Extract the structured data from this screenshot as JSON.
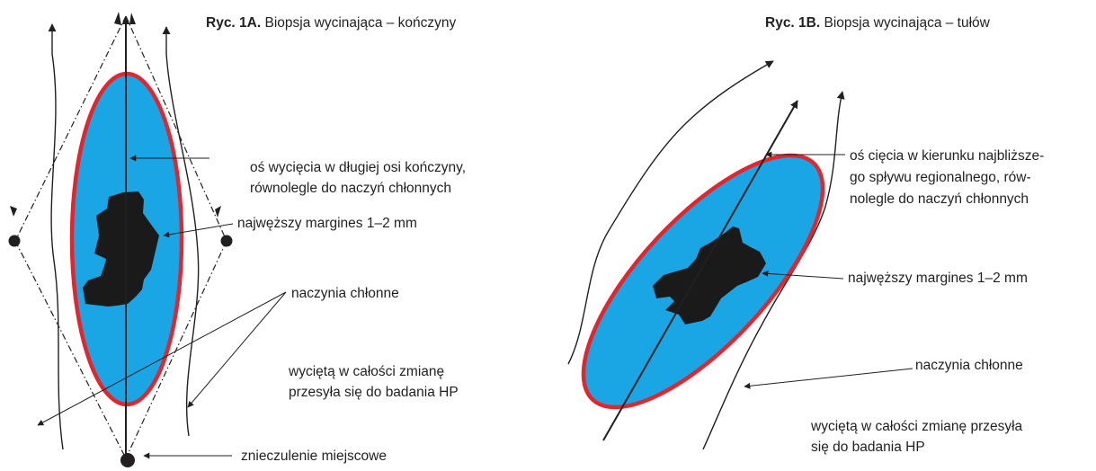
{
  "figure_1a": {
    "caption_label": "Ryc. 1A.",
    "caption_text": "Biopsja wycinająca – kończyny",
    "axis_line1": "oś wycięcia w długiej osi kończyny,",
    "axis_line2": "równolegle do naczyń chłonnych",
    "margin": "najwęższy margines 1–2 mm",
    "lymph": "naczynia chłonne",
    "specimen_line1": "wyciętą w całości zmianę",
    "specimen_line2": "przesyła się do badania HP",
    "anesthesia": "znieczulenie miejscowe"
  },
  "figure_1b": {
    "caption_label": "Ryc. 1B.",
    "caption_text": "Biopsja wycinająca – tułów",
    "axis_line1": "oś cięcia w kierunku najbliższe-",
    "axis_line2": "go spływu regionalnego, rów-",
    "axis_line3": "nolegle do naczyń chłonnych",
    "margin": "najwęższy margines 1–2 mm",
    "lymph": "naczynia chłonne",
    "specimen_line1": "wyciętą w całości zmianę przesyła",
    "specimen_line2": "się do badania HP"
  },
  "colors": {
    "ellipse_fill": "#1aa6e4",
    "ellipse_border": "#e3262e",
    "lesion": "#1a1a1a",
    "lines": "#231f20"
  }
}
